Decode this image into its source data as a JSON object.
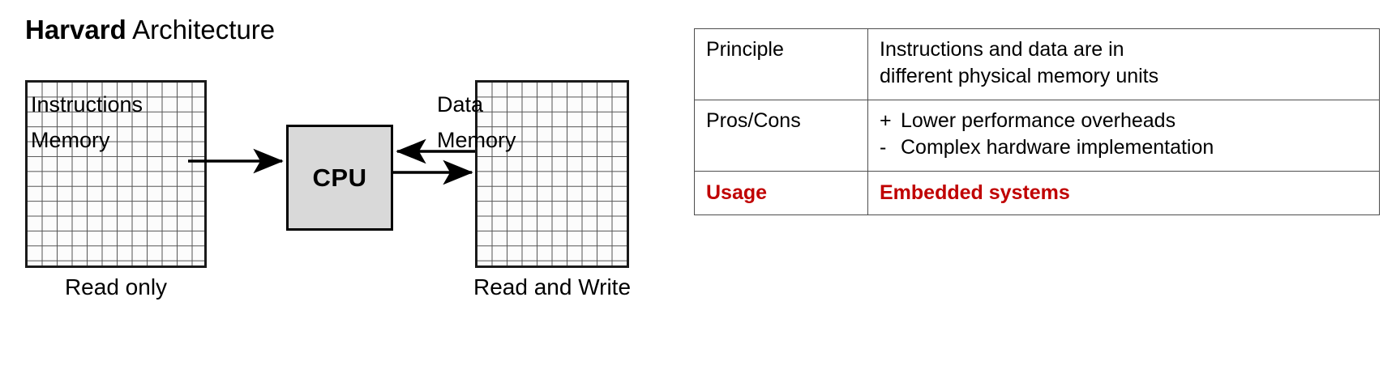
{
  "title": {
    "bold_part": "Harvard",
    "rest_part": " Architecture"
  },
  "diagram": {
    "instructions_memory": {
      "line1": "Instructions",
      "line2": "Memory",
      "caption": "Read only"
    },
    "cpu": {
      "label": "CPU"
    },
    "data_memory": {
      "line1": "Data",
      "line2": "Memory",
      "caption": "Read and Write"
    },
    "arrows": [
      {
        "name": "instruction-fetch-arrow",
        "direction": "right",
        "from": "instructions-memory",
        "to": "cpu"
      },
      {
        "name": "data-read-arrow",
        "direction": "left",
        "from": "data-memory",
        "to": "cpu"
      },
      {
        "name": "data-write-arrow",
        "direction": "right",
        "from": "cpu",
        "to": "data-memory"
      }
    ]
  },
  "table": {
    "rows": [
      {
        "label": "Principle",
        "lines": [
          {
            "sign": "",
            "text": "Instructions and data are in"
          },
          {
            "sign": "",
            "text": "different physical memory units"
          }
        ]
      },
      {
        "label": "Pros/Cons",
        "lines": [
          {
            "sign": "+",
            "text": "Lower performance overheads"
          },
          {
            "sign": "-",
            "text": "Complex hardware implementation"
          }
        ]
      },
      {
        "label": "Usage",
        "lines": [
          {
            "sign": "",
            "text": "Embedded systems"
          }
        ]
      }
    ]
  },
  "colors": {
    "accent_red": "#c00000",
    "cpu_fill": "#d9d9d9",
    "grid_line": "#555555",
    "block_border": "#1a1a1a",
    "table_border": "#4d4d4d"
  }
}
